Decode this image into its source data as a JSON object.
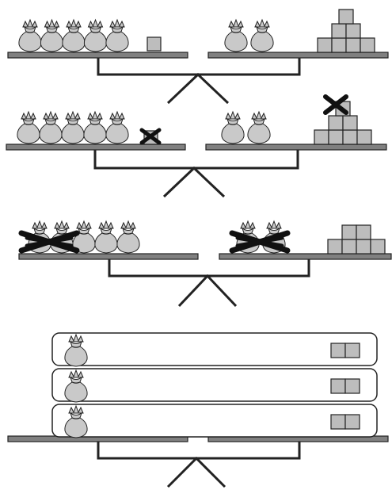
{
  "colors": {
    "background": "#ffffff",
    "outline": "#222222",
    "pan": "#808080",
    "bag_fill": "#c9c9c9",
    "cube_fill": "#bdbdbd",
    "cross": "#111111"
  },
  "icons": {
    "bag": "money-bag-icon",
    "cube": "cube-icon",
    "cross": "cross-out-mark"
  },
  "scales": [
    {
      "name": "scale-1",
      "left_pan": {
        "bags": 5,
        "bags_crossed": 0,
        "cubes": 1,
        "cubes_crossed": 0
      },
      "right_pan": {
        "bags": 2,
        "bags_crossed": 0,
        "cubes": 7,
        "cubes_crossed": 0
      }
    },
    {
      "name": "scale-2",
      "left_pan": {
        "bags": 5,
        "bags_crossed": 0,
        "cubes": 1,
        "cubes_crossed": 1
      },
      "right_pan": {
        "bags": 2,
        "bags_crossed": 0,
        "cubes": 7,
        "cubes_crossed": 1
      }
    },
    {
      "name": "scale-3",
      "left_pan": {
        "bags": 5,
        "bags_crossed": 2,
        "cubes": 0,
        "cubes_crossed": 0
      },
      "right_pan": {
        "bags": 2,
        "bags_crossed": 2,
        "cubes": 6,
        "cubes_crossed": 0
      }
    },
    {
      "name": "scale-4",
      "groups": 3,
      "group": {
        "bags": 1,
        "cubes": 2
      }
    }
  ]
}
